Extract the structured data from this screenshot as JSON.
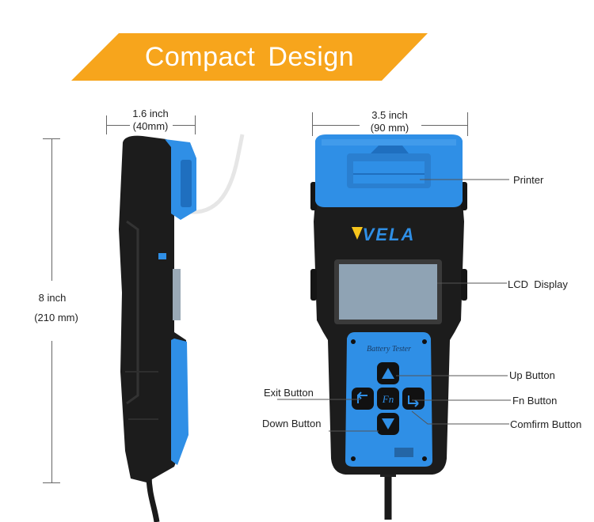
{
  "banner": {
    "title": "Compact Design",
    "color": "#f7a51c"
  },
  "side_view": {
    "width_label": "1.6 inch",
    "width_metric": "(40mm)",
    "height_label": "8 inch",
    "height_metric": "(210 mm)"
  },
  "front_view": {
    "width_label": "3.5 inch",
    "width_metric": "(90 mm)",
    "logo": "VELA",
    "panel_text": "Battery Tester",
    "fn_key": "Fn"
  },
  "callouts": {
    "printer": "Printer",
    "lcd_display": "LCD  Display",
    "up_button": "Up Button",
    "fn_button": "Fn Button",
    "confirm_button": "Comfirm Button",
    "exit_button": "Exit Button",
    "down_button": "Down Button"
  },
  "colors": {
    "device_blue": "#2f8fe6",
    "device_black": "#1c1c1c",
    "screen": "#8fa3b4",
    "banner_orange": "#f7a51c"
  }
}
